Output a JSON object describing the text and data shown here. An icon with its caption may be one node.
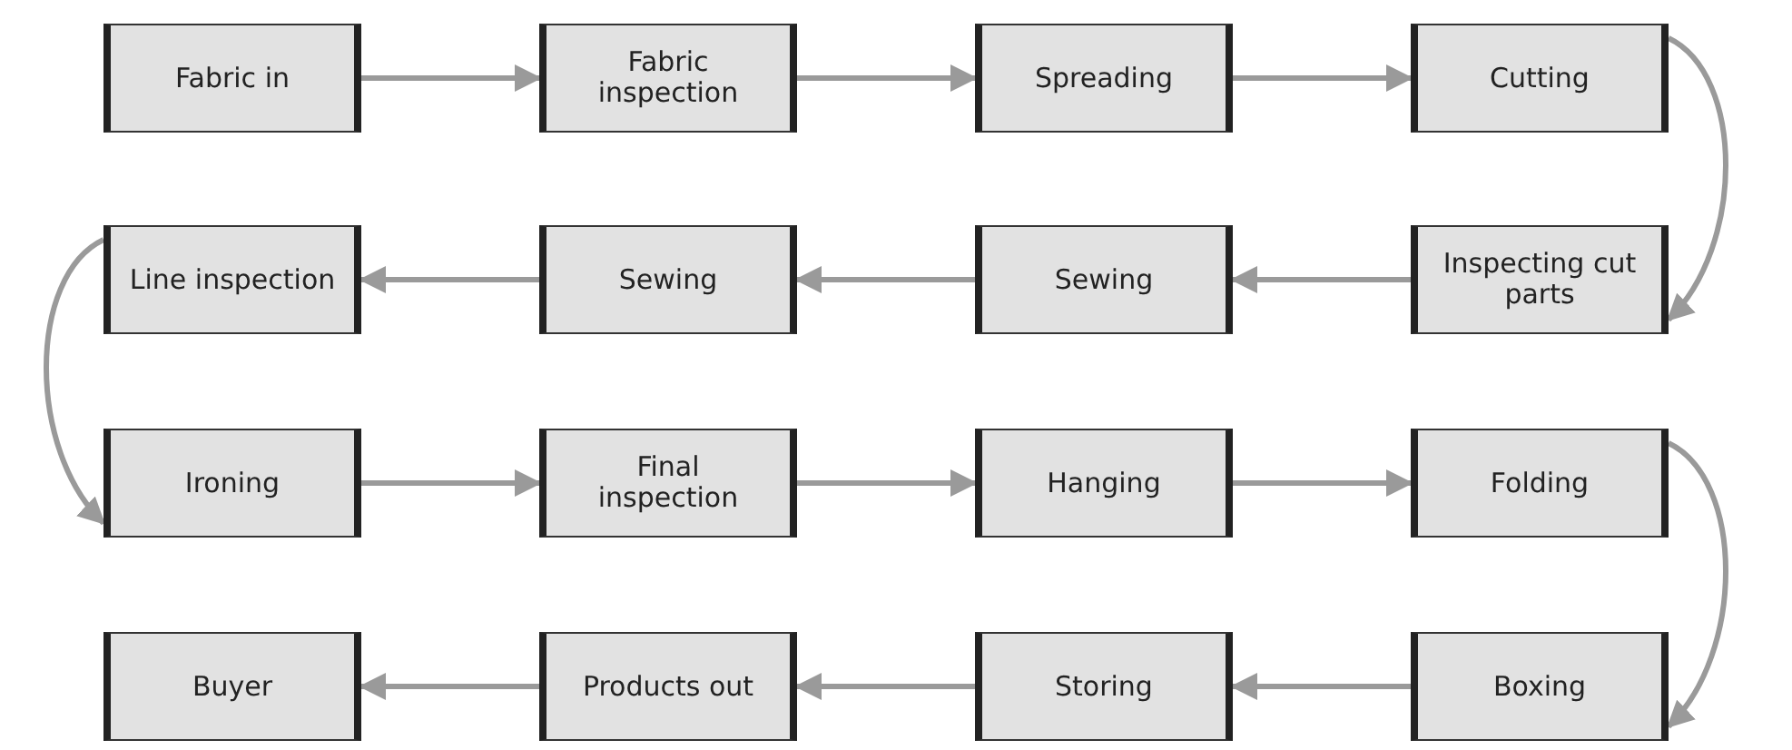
{
  "diagram": {
    "nodes": [
      {
        "text": [
          "Fabric in"
        ]
      },
      {
        "text": [
          "Fabric inspection"
        ]
      },
      {
        "text": [
          "Spreading"
        ]
      },
      {
        "text": [
          "Cutting"
        ]
      },
      {
        "text": [
          "Line inspection"
        ]
      },
      {
        "text": [
          "Sewing"
        ]
      },
      {
        "text": [
          "Sewing"
        ]
      },
      {
        "text": [
          "Inspecting cut parts"
        ]
      },
      {
        "text": [
          "Ironing"
        ]
      },
      {
        "text": [
          "Final inspection"
        ]
      },
      {
        "text": [
          "Hanging"
        ]
      },
      {
        "text": [
          "Folding"
        ]
      },
      {
        "text": [
          "Buyer"
        ]
      },
      {
        "text": [
          "Products out"
        ]
      },
      {
        "text": [
          "Storing"
        ]
      },
      {
        "text": [
          "Boxing"
        ]
      }
    ],
    "edges": [
      {
        "from": 0,
        "to": 1,
        "arrow": "to"
      },
      {
        "from": 1,
        "to": 2,
        "arrow": "to"
      },
      {
        "from": 2,
        "to": 3,
        "arrow": "to"
      },
      {
        "from": 3,
        "to": 7,
        "arrow": "to"
      },
      {
        "from": 7,
        "to": 6,
        "arrow": "to"
      },
      {
        "from": 6,
        "to": 5,
        "arrow": "to"
      },
      {
        "from": 5,
        "to": 4,
        "arrow": "to"
      },
      {
        "from": 4,
        "to": 8,
        "arrow": "to"
      },
      {
        "from": 8,
        "to": 9,
        "arrow": "to"
      },
      {
        "from": 9,
        "to": 10,
        "arrow": "to"
      },
      {
        "from": 10,
        "to": 11,
        "arrow": "to"
      },
      {
        "from": 11,
        "to": 15,
        "arrow": "to"
      },
      {
        "from": 15,
        "to": 14,
        "arrow": "to"
      },
      {
        "from": 14,
        "to": 13,
        "arrow": "to"
      },
      {
        "from": 13,
        "to": 12,
        "arrow": "to"
      }
    ]
  }
}
